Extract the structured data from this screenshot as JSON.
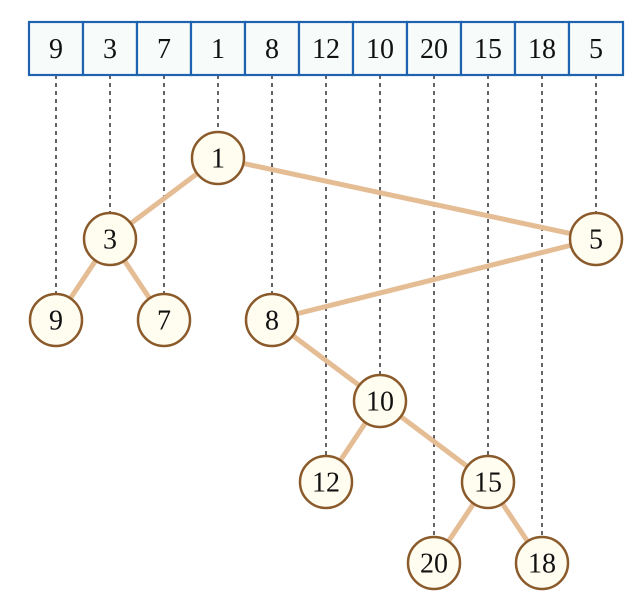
{
  "array": {
    "values": [
      "9",
      "3",
      "7",
      "1",
      "8",
      "12",
      "10",
      "20",
      "15",
      "18",
      "5"
    ]
  },
  "tree": {
    "nodes": [
      {
        "id": "n1",
        "label": "1",
        "index": 3,
        "depth": 0
      },
      {
        "id": "n3",
        "label": "3",
        "index": 1,
        "depth": 1
      },
      {
        "id": "n5",
        "label": "5",
        "index": 10,
        "depth": 1
      },
      {
        "id": "n9",
        "label": "9",
        "index": 0,
        "depth": 2
      },
      {
        "id": "n7",
        "label": "7",
        "index": 2,
        "depth": 2
      },
      {
        "id": "n8",
        "label": "8",
        "index": 4,
        "depth": 2
      },
      {
        "id": "n10",
        "label": "10",
        "index": 6,
        "depth": 3
      },
      {
        "id": "n12",
        "label": "12",
        "index": 5,
        "depth": 4
      },
      {
        "id": "n15",
        "label": "15",
        "index": 8,
        "depth": 4
      },
      {
        "id": "n20",
        "label": "20",
        "index": 7,
        "depth": 5
      },
      {
        "id": "n18",
        "label": "18",
        "index": 9,
        "depth": 5
      }
    ],
    "edges": [
      [
        "n1",
        "n3"
      ],
      [
        "n1",
        "n5"
      ],
      [
        "n3",
        "n9"
      ],
      [
        "n3",
        "n7"
      ],
      [
        "n5",
        "n8"
      ],
      [
        "n8",
        "n10"
      ],
      [
        "n10",
        "n12"
      ],
      [
        "n10",
        "n15"
      ],
      [
        "n15",
        "n20"
      ],
      [
        "n15",
        "n18"
      ]
    ]
  },
  "colors": {
    "cell_border": "#1f63b0",
    "cell_fill": "#f7fcfb",
    "edge": "#e5bd95",
    "node_border": "#8b5a2b",
    "node_fill": "#fffdf0"
  }
}
